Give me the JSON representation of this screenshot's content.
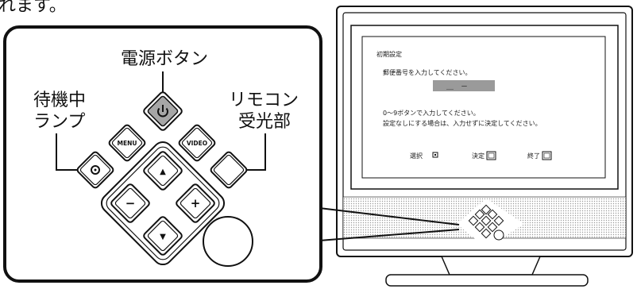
{
  "page_top_text": "れます。",
  "callout": {
    "power_button_label": "電源ボタン",
    "standby_lamp_label_line1": "待機中",
    "standby_lamp_label_line2": "ランプ",
    "remote_sensor_label_line1": "リモコン",
    "remote_sensor_label_line2": "受光部"
  },
  "buttons": {
    "menu": "MENU",
    "video": "VIDEO",
    "up_symbol": "▲",
    "down_symbol": "▼",
    "minus_symbol": "−",
    "plus_symbol": "+"
  },
  "screen_osd": {
    "title": "初期設定",
    "prompt": "郵便番号を入力してください。",
    "input_value": "＿　－",
    "instruction_line1": "0～9ボタンで入力してください。",
    "instruction_line2": "設定なしにする場合は、入力せずに決定してください。",
    "footer_select": "選択",
    "footer_decide": "決定",
    "footer_exit": "終了"
  },
  "colors": {
    "line": "#111111",
    "power_button_fill": "#a6a6a6",
    "osd_input_fill": "#9a9a9a",
    "panel_bg": "#ffffff",
    "speaker_dots": "#b0b0b0"
  }
}
